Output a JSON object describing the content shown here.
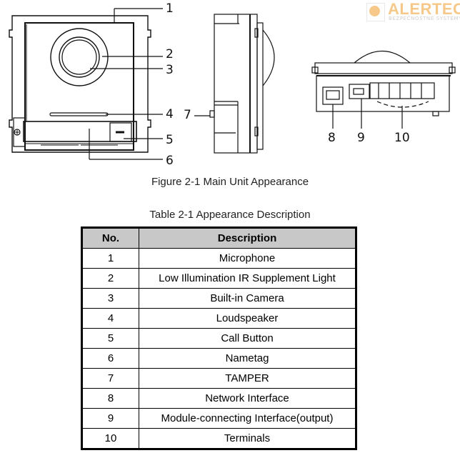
{
  "logo": {
    "name": "ALERTECH",
    "tagline": "BEZPEČNOSTNÉ  SYSTÉMY",
    "brand_color": "#f6c98a"
  },
  "figure": {
    "callouts": [
      "1",
      "2",
      "3",
      "4",
      "5",
      "6",
      "7",
      "8",
      "9",
      "10"
    ],
    "caption": "Figure 2-1 Main Unit Appearance"
  },
  "table": {
    "caption": "Table 2-1 Appearance Description",
    "header_bg": "#c8c8c8",
    "columns": [
      "No.",
      "Description"
    ],
    "rows": [
      {
        "no": "1",
        "description": "Microphone"
      },
      {
        "no": "2",
        "description": "Low Illumination IR Supplement Light"
      },
      {
        "no": "3",
        "description": "Built-in Camera"
      },
      {
        "no": "4",
        "description": "Loudspeaker"
      },
      {
        "no": "5",
        "description": "Call Button"
      },
      {
        "no": "6",
        "description": "Nametag"
      },
      {
        "no": "7",
        "description": "TAMPER"
      },
      {
        "no": "8",
        "description": "Network Interface"
      },
      {
        "no": "9",
        "description": "Module-connecting Interface(output)"
      },
      {
        "no": "10",
        "description": "Terminals"
      }
    ]
  }
}
